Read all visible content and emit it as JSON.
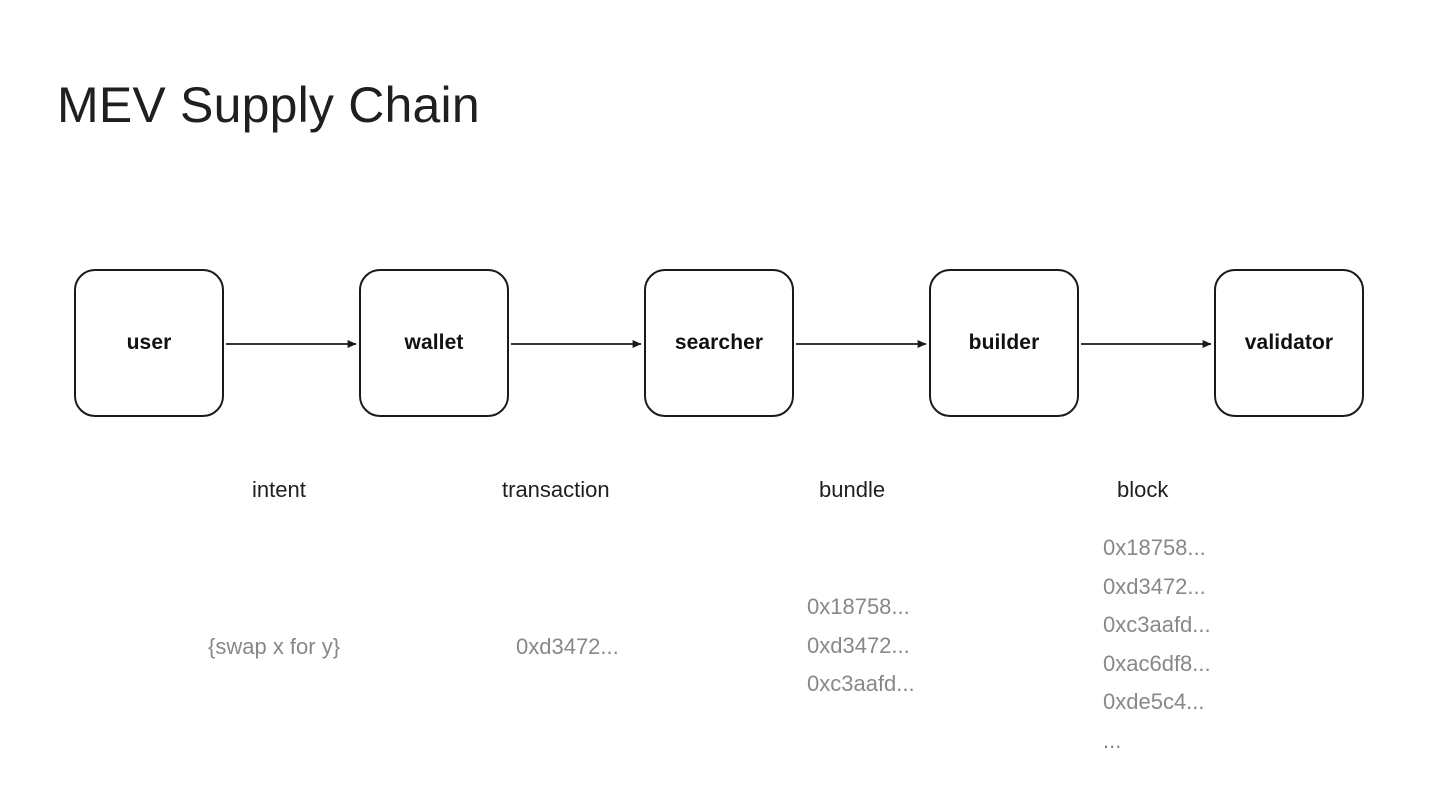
{
  "page": {
    "title": "MEV Supply Chain",
    "background_color": "#ffffff",
    "text_color": "#1f1f1f",
    "muted_text_color": "#888888",
    "stroke_color": "#1a1a1a"
  },
  "diagram": {
    "type": "flowchart",
    "direction": "left-to-right",
    "nodes": [
      {
        "id": "user",
        "label": "user"
      },
      {
        "id": "wallet",
        "label": "wallet"
      },
      {
        "id": "searcher",
        "label": "searcher"
      },
      {
        "id": "builder",
        "label": "builder"
      },
      {
        "id": "validator",
        "label": "validator"
      }
    ],
    "edges": [
      {
        "from": "user",
        "to": "wallet",
        "label": "intent",
        "payload": [
          "{swap x for y}"
        ]
      },
      {
        "from": "wallet",
        "to": "searcher",
        "label": "transaction",
        "payload": [
          "0xd3472..."
        ]
      },
      {
        "from": "searcher",
        "to": "builder",
        "label": "bundle",
        "payload": [
          "0x18758...",
          "0xd3472...",
          "0xc3aafd..."
        ]
      },
      {
        "from": "builder",
        "to": "validator",
        "label": "block",
        "payload": [
          "0x18758...",
          "0xd3472...",
          "0xc3aafd...",
          "0xac6df8...",
          "0xde5c4...",
          "..."
        ]
      }
    ],
    "arrow_icon": "arrow-right-icon"
  }
}
